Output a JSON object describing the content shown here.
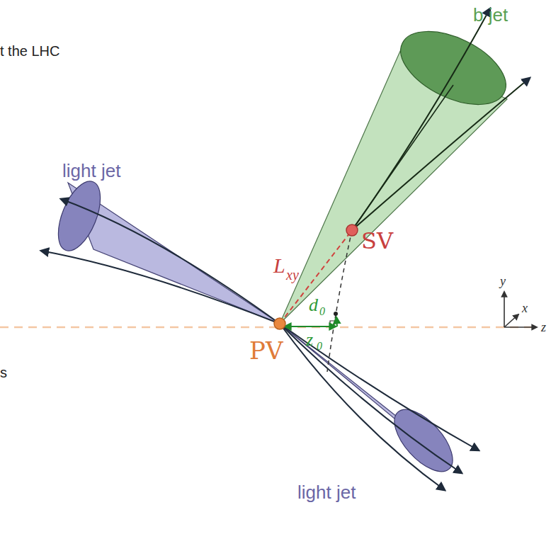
{
  "diagram": {
    "labels": [
      "t the LHC",
      "b jet",
      "light jet",
      "SV",
      "L",
      "xy",
      "y",
      "x",
      "z",
      "d",
      "0",
      "PV",
      "z",
      "0",
      "s",
      "light jet"
    ]
  }
}
